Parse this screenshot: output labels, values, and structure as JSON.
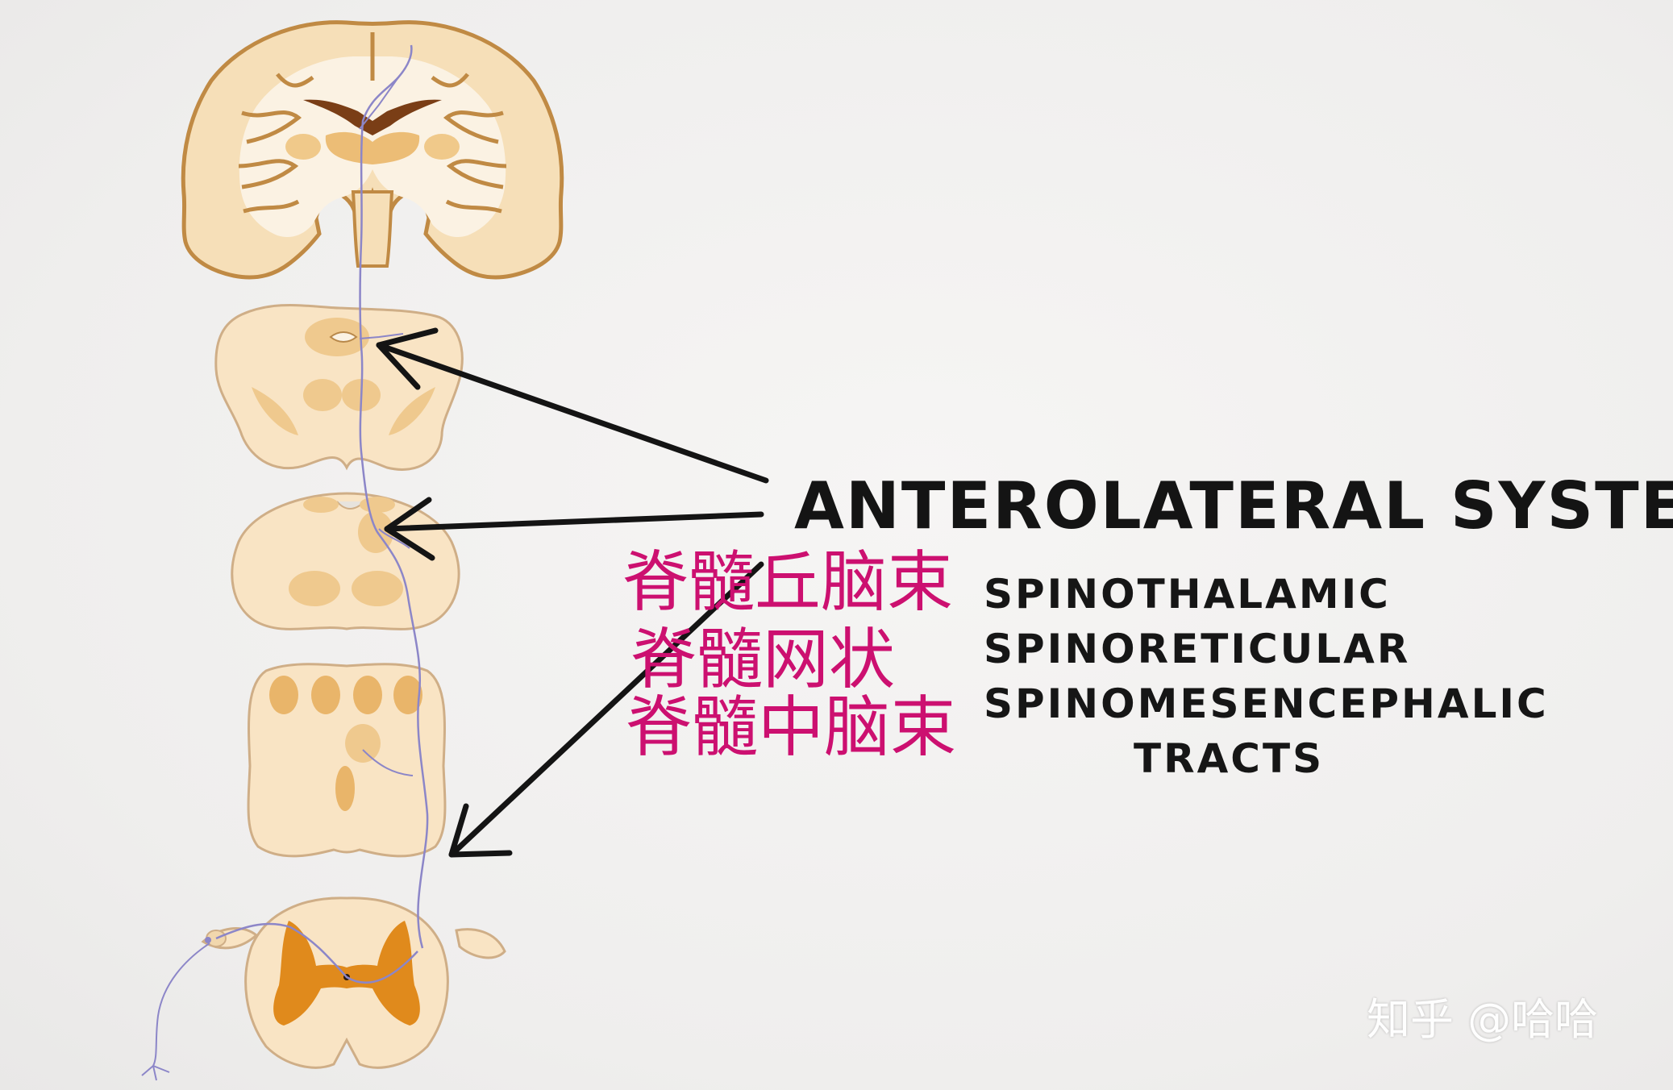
{
  "title": "ANTEROLATERAL SYSTEM",
  "tracts": [
    "SPINOTHALAMIC",
    "SPINORETICULAR",
    "SPINOMESENCEPHALIC",
    "TRACTS"
  ],
  "translations": [
    "脊髓丘脑束",
    "脊髓网状",
    "脊髓中脑束"
  ],
  "watermark": "知乎 @哈哈",
  "colors": {
    "background": "#f1f0ef",
    "tissue": "#f9e4c4",
    "tissue_outline": "#c4a27c",
    "gray_matter": "#e9b978",
    "gray_matter_dark": "#d99a3e",
    "brain_outline": "#c89048",
    "spinal_gray": "#e08a1c",
    "pathway": "#8c86c8",
    "arrow": "#141414",
    "translation_text": "#cc1070"
  }
}
